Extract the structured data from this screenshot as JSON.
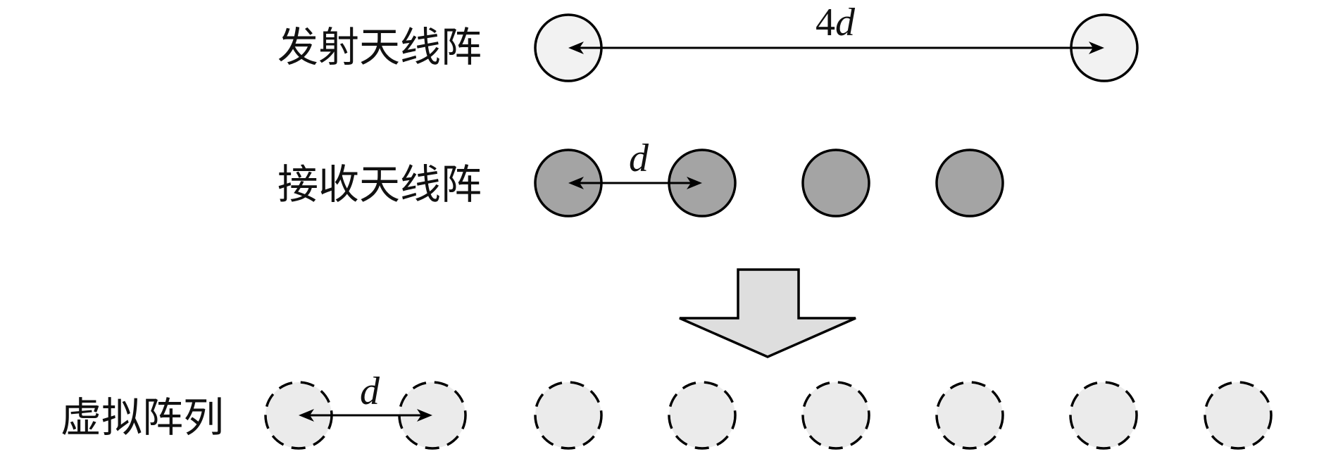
{
  "rows": {
    "transmit": {
      "label": "发射天线阵",
      "spacing_label_num": "4",
      "spacing_label_var": "d"
    },
    "receive": {
      "label": "接收天线阵",
      "spacing_label": "d"
    },
    "virtual": {
      "label": "虚拟阵列",
      "spacing_label": "d"
    }
  },
  "counts": {
    "transmit": 2,
    "receive": 4,
    "virtual": 8
  },
  "colors": {
    "transmit_fill": "#f2f2f2",
    "receive_fill": "#a4a4a4",
    "virtual_fill": "#ebebeb",
    "arrow_fill": "#dedede",
    "stroke": "#000000"
  }
}
